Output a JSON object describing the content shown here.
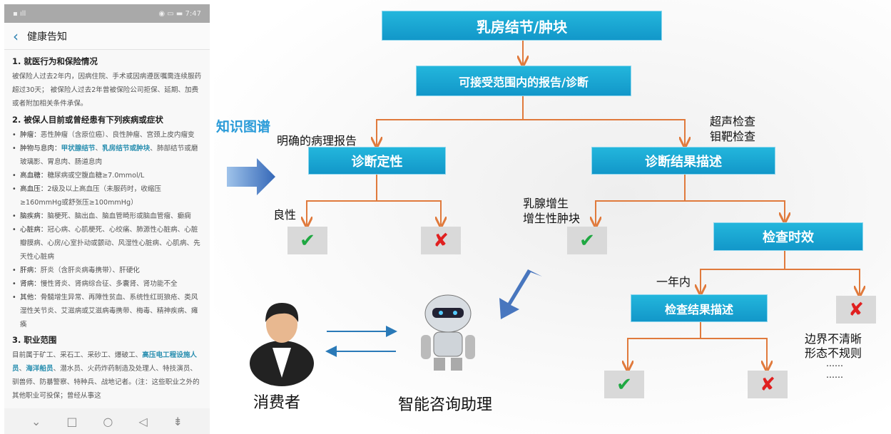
{
  "phone": {
    "status_time": "7:47",
    "title": "健康告知",
    "sections": [
      {
        "heading": "1. 就医行为和保险情况",
        "text": "被保险人过去2年内，因病住院、手术或因病遵医嘱需连续服药超过30天； 被保险人过去2年曾被保险公司拒保、延期、加费或者附加相关条件承保。"
      },
      {
        "heading": "2. 被保人目前或曾经患有下列疾病或症状"
      },
      {
        "heading": "3. 职业范围"
      }
    ],
    "diseases": [
      {
        "name": "肿瘤：",
        "text": "恶性肿瘤（含原位癌）、良性肿瘤、宫颈上皮内瘤变"
      },
      {
        "name": "肿物与息肉：",
        "hl1": "甲状腺结节",
        "sep": "、",
        "hl2": "乳房结节或肿块",
        "text": "、肺部结节或磨玻璃影、胃息肉、肠道息肉"
      },
      {
        "name": "高血糖：",
        "text": "糖尿病或空腹血糖≥7.0mmol/L"
      },
      {
        "name": "高血压：",
        "text": "2级及以上高血压（未服药时，收缩压≥160mmHg或舒张压≥100mmHg）"
      },
      {
        "name": "脑疾病：",
        "text": "脑梗死、脑出血、脑血管畸形或脑血管瘤、癫痫"
      },
      {
        "name": "心脏病：",
        "text": "冠心病、心肌梗死、心绞痛、肺源性心脏病、心脏瓣膜病、心房/心室扑动或颤动、风湿性心脏病、心肌病、先天性心脏病"
      },
      {
        "name": "肝病：",
        "text": "肝炎（含肝炎病毒携带）、肝硬化"
      },
      {
        "name": "肾病：",
        "text": "慢性肾炎、肾病综合征、多囊肾、肾功能不全"
      },
      {
        "name": "其他：",
        "text": "骨髓增生异常、再障性贫血、系统性红斑狼疮、类风湿性关节炎、艾滋病或艾滋病毒携带、梅毒、精神疾病、瘫痪"
      }
    ],
    "occupation": {
      "t1": "目前属于矿工、采石工、采砂工、爆破工、",
      "hl1": "高压电工程设施人员",
      "sep": "、",
      "hl2": "海洋船员",
      "t2": "、潜水员、火药炸药制造及处理人、特技演员、驯兽师、防暴警察、特种兵、战地记者。(注：这些职业之外的其他职业可投保；曾经从事这"
    }
  },
  "diagram": {
    "root": "乳房结节/肿块",
    "report": "可接受范围内的报告/诊断",
    "qualitative": "诊断定性",
    "description": "诊断结果描述",
    "timeliness": "检查时效",
    "exam_result": "检查结果描述",
    "label_pathology": "明确的病理报告",
    "label_ultrasound": "超声检查",
    "label_mammo": "钼靶检查",
    "label_benign": "良性",
    "label_hyperplasia1": "乳腺增生",
    "label_hyperplasia2": "增生性肿块",
    "label_within_year": "一年内",
    "label_border": "边界不清晰",
    "label_shape": "形态不规则",
    "ellipsis": "……",
    "knowledge_graph": "知识图谱",
    "consumer": "消费者",
    "assistant": "智能咨询助理",
    "check": "✔",
    "cross": "✘"
  },
  "colors": {
    "box": "#1aa6d4",
    "arrow": "#e07a3c",
    "accept": "#1fa842",
    "reject": "#e02020",
    "kg": "#2a9bd8"
  }
}
